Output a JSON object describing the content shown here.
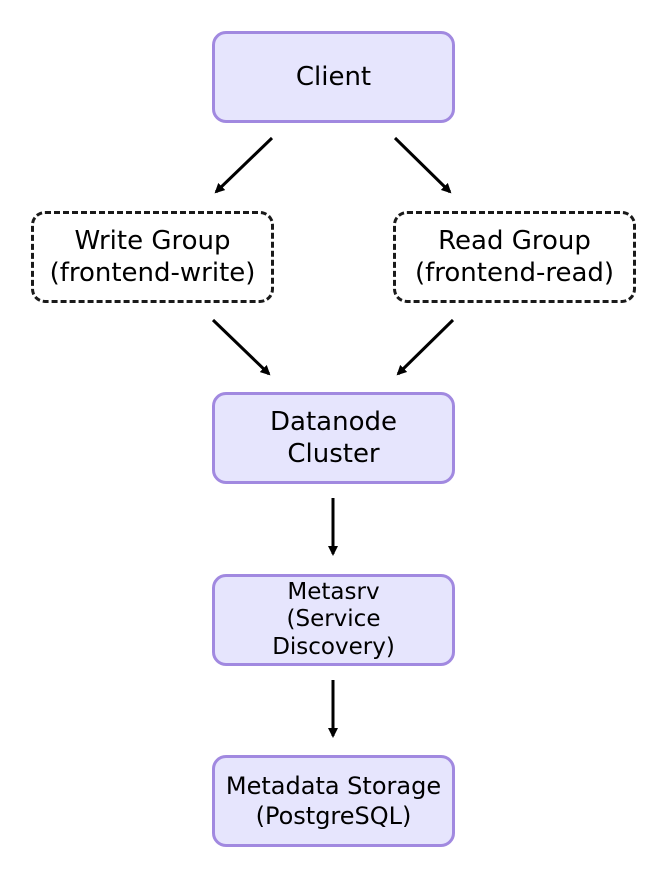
{
  "nodes": {
    "client": {
      "label": "Client"
    },
    "write_group": {
      "line1": "Write Group",
      "line2": "(frontend-write)"
    },
    "read_group": {
      "line1": "Read Group",
      "line2": "(frontend-read)"
    },
    "datanode": {
      "line1": "Datanode",
      "line2": "Cluster"
    },
    "metasrv": {
      "line1": "Metasrv",
      "line2": "(Service",
      "line3": "Discovery)"
    },
    "metadata_storage": {
      "line1": "Metadata Storage",
      "line2": "(PostgreSQL)"
    }
  },
  "edges": [
    {
      "from": "Client",
      "to": "Write Group"
    },
    {
      "from": "Client",
      "to": "Read Group"
    },
    {
      "from": "Write Group",
      "to": "Datanode Cluster"
    },
    {
      "from": "Read Group",
      "to": "Datanode Cluster"
    },
    {
      "from": "Datanode Cluster",
      "to": "Metasrv"
    },
    {
      "from": "Metasrv",
      "to": "Metadata Storage"
    }
  ],
  "colors": {
    "node_fill": "#e6e5fd",
    "node_border": "#a189e0",
    "group_border": "#1a1a1a",
    "arrow": "#000000"
  }
}
